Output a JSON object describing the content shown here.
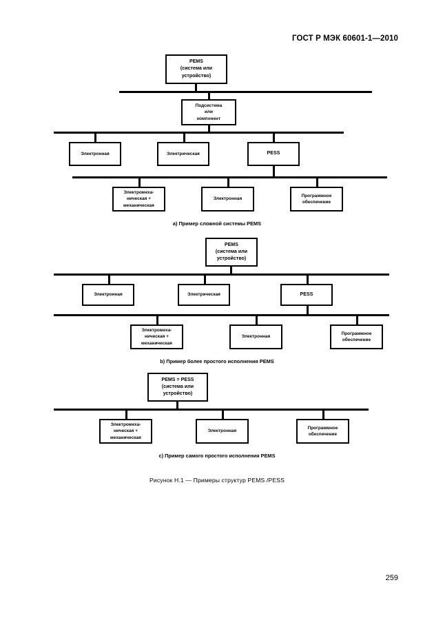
{
  "document": {
    "header": "ГОСТ Р МЭК 60601-1—2010",
    "page_number": "259",
    "figure_caption": "Рисунок  H.1 — Примеры структур PEMS /PESS"
  },
  "diagram_a": {
    "caption": "a) Пример сложной системы PEMS",
    "root": {
      "line1": "PEMS",
      "line2": "(система или",
      "line3": "устройство)"
    },
    "subsystem": {
      "line1": "Подсистема",
      "line2": "или",
      "line3": "компонент"
    },
    "level2": [
      {
        "line1": "Электронная"
      },
      {
        "line1": "Электрическая"
      },
      {
        "line1": "PESS"
      }
    ],
    "level3": [
      {
        "line1": "Электромеха-",
        "line2": "ническая +",
        "line3": "механическая"
      },
      {
        "line1": "Электронная"
      },
      {
        "line1": "Программное",
        "line2": "обеспечение"
      }
    ]
  },
  "diagram_b": {
    "caption": "b) Пример более простого исполнения PEMS",
    "root": {
      "line1": "PEMS",
      "line2": "(система или",
      "line3": "устройство)"
    },
    "level2": [
      {
        "line1": "Электронная"
      },
      {
        "line1": "Электрическая"
      },
      {
        "line1": "PESS"
      }
    ],
    "level3": [
      {
        "line1": "Электромеха-",
        "line2": "ническая +",
        "line3": "механическая"
      },
      {
        "line1": "Электронная"
      },
      {
        "line1": "Программное",
        "line2": "обеспечение"
      }
    ]
  },
  "diagram_c": {
    "caption": "c) Пример самого простого исполнения PEMS",
    "root": {
      "line1": "PEMS = PESS",
      "line2": "(система или",
      "line3": "устройство)"
    },
    "level2": [
      {
        "line1": "Электромеха-",
        "line2": "ническая +",
        "line3": "механическая"
      },
      {
        "line1": "Электронная"
      },
      {
        "line1": "Программное",
        "line2": "обеспечение"
      }
    ]
  }
}
